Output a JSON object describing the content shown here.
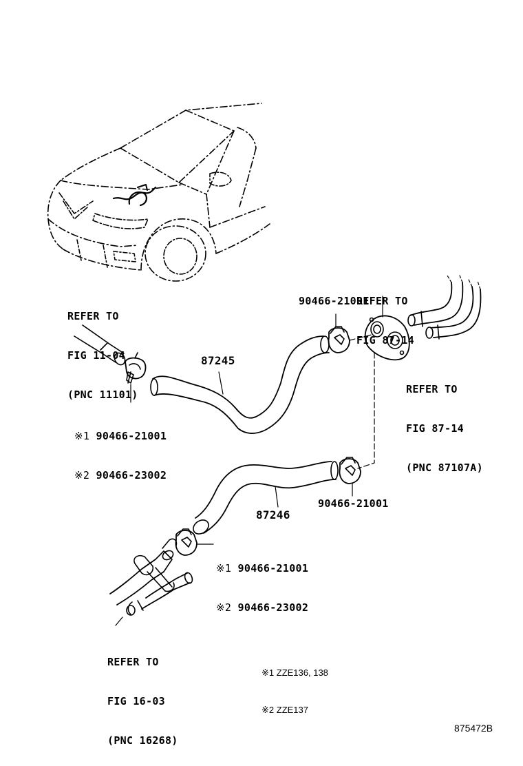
{
  "refs": {
    "engine_pipe": {
      "line1": "REFER TO",
      "line2": "FIG 11-04",
      "line3": "(PNC 11101)"
    },
    "heater_unit": {
      "line1": "REFER TO",
      "line2": "FIG 87-14"
    },
    "heater_pipe": {
      "line1": "REFER TO",
      "line2": "FIG 87-14",
      "line3": "(PNC 87107A)"
    },
    "water_outlet": {
      "line1": "REFER TO",
      "line2": "FIG 16-03",
      "line3": "(PNC 16268)"
    }
  },
  "parts": {
    "hose_upper": "87245",
    "hose_lower": "87246",
    "clamp_upper_right": "90466-21001",
    "clamp_lower_right": "90466-21001",
    "clamp_upper_left": [
      {
        "mark": "※1",
        "number": "90466-21001"
      },
      {
        "mark": "※2",
        "number": "90466-23002"
      }
    ],
    "clamp_lower_left": [
      {
        "mark": "※1",
        "number": "90466-21001"
      },
      {
        "mark": "※2",
        "number": "90466-23002"
      }
    ]
  },
  "footnotes": [
    {
      "mark": "※1",
      "text": "ZZE136, 138"
    },
    {
      "mark": "※2",
      "text": "ZZE137"
    }
  ],
  "figure_code": "875472B"
}
